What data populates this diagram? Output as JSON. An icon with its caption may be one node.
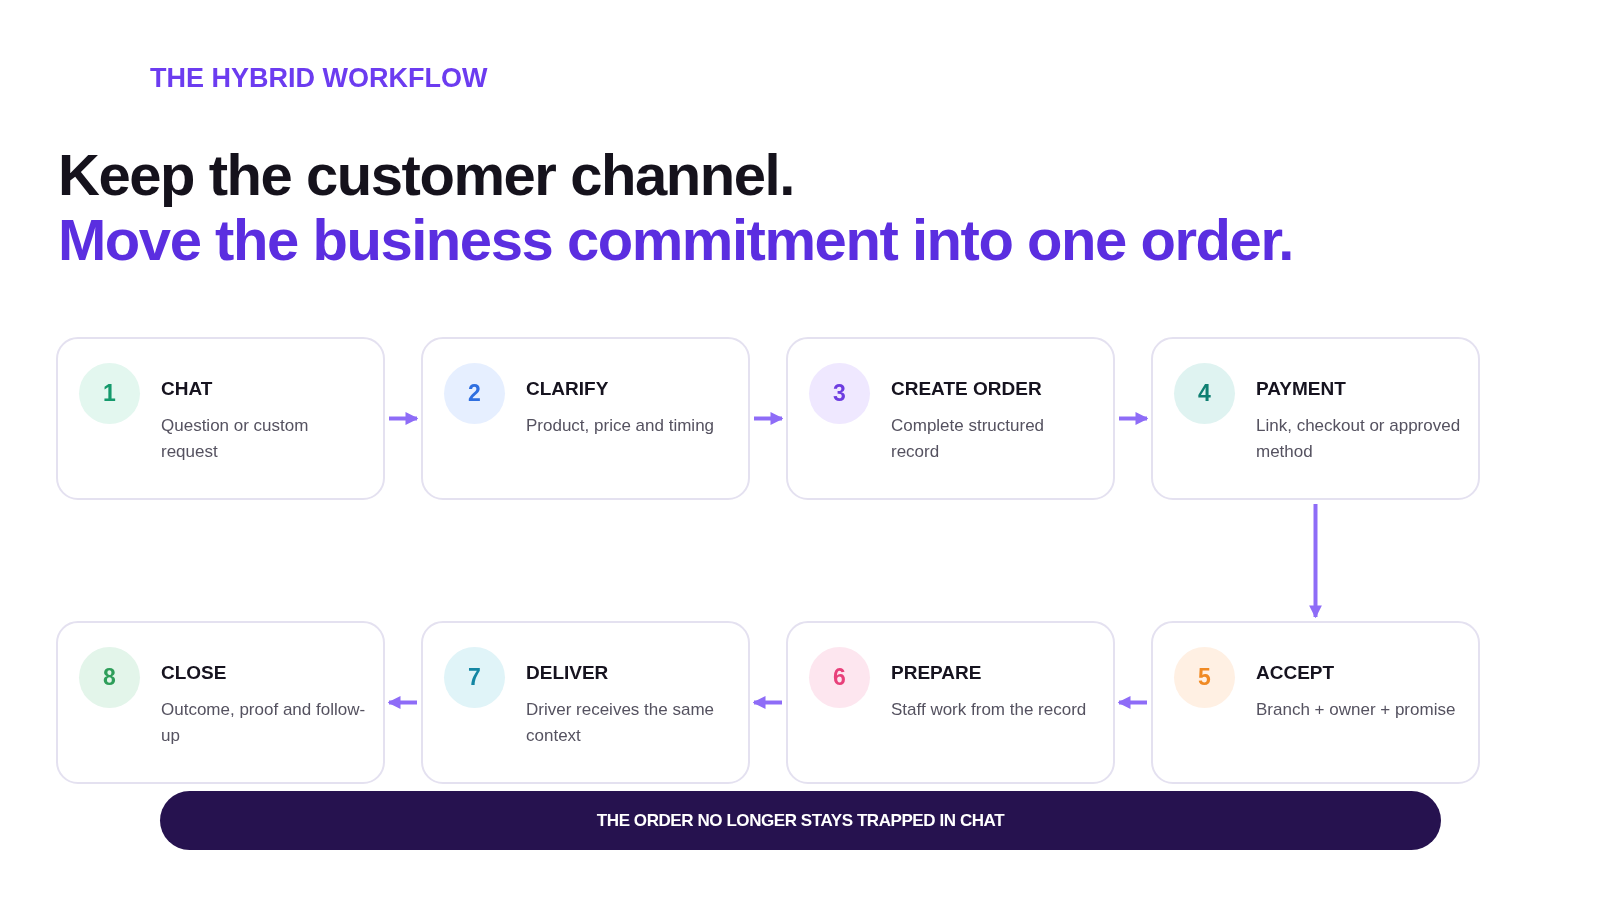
{
  "diagram": {
    "nodes": [
      {
        "text": [
          "CHAT",
          "Question or custom request"
        ]
      },
      {
        "text": [
          "1"
        ],
        "in": 0
      },
      {
        "text": [
          "CLARIFY",
          "Product, price and timing"
        ]
      },
      {
        "text": [
          "2"
        ],
        "in": 2
      },
      {
        "text": [
          "CREATE ORDER",
          "Complete structured record"
        ]
      },
      {
        "text": [
          "3"
        ],
        "in": 4
      },
      {
        "text": [
          "PAYMENT",
          "Link, checkout or approved method"
        ]
      },
      {
        "text": [
          "4"
        ],
        "in": 6
      },
      {
        "text": [
          "ACCEPT",
          "Branch + owner + promise"
        ]
      },
      {
        "text": [
          "5"
        ],
        "in": 8
      },
      {
        "text": [
          "PREPARE",
          "Staff work from the record"
        ]
      },
      {
        "text": [
          "6"
        ],
        "in": 10
      },
      {
        "text": [
          "DELIVER",
          "Driver receives the same context"
        ]
      },
      {
        "text": [
          "7"
        ],
        "in": 12
      },
      {
        "text": [
          "CLOSE",
          "Outcome, proof and follow-up"
        ]
      },
      {
        "text": [
          "8"
        ],
        "in": 14
      },
      {
        "text": [
          "THE ORDER NO LONGER STAYS TRAPPED IN CHAT"
        ]
      }
    ],
    "edges": [
      {
        "from": 0,
        "to": 2,
        "arrow": "to"
      },
      {
        "from": 2,
        "to": 4,
        "arrow": "to"
      },
      {
        "from": 4,
        "to": 6,
        "arrow": "to"
      },
      {
        "from": 6,
        "to": 8,
        "arrow": "to"
      },
      {
        "from": 8,
        "to": 10,
        "arrow": "to"
      },
      {
        "from": 10,
        "to": 12,
        "arrow": "to"
      },
      {
        "from": 12,
        "to": 14,
        "arrow": "to"
      }
    ],
    "labels": [
      "THE HYBRID WORKFLOW",
      "Keep the customer channel.",
      "Move the business commitment into one order."
    ]
  }
}
